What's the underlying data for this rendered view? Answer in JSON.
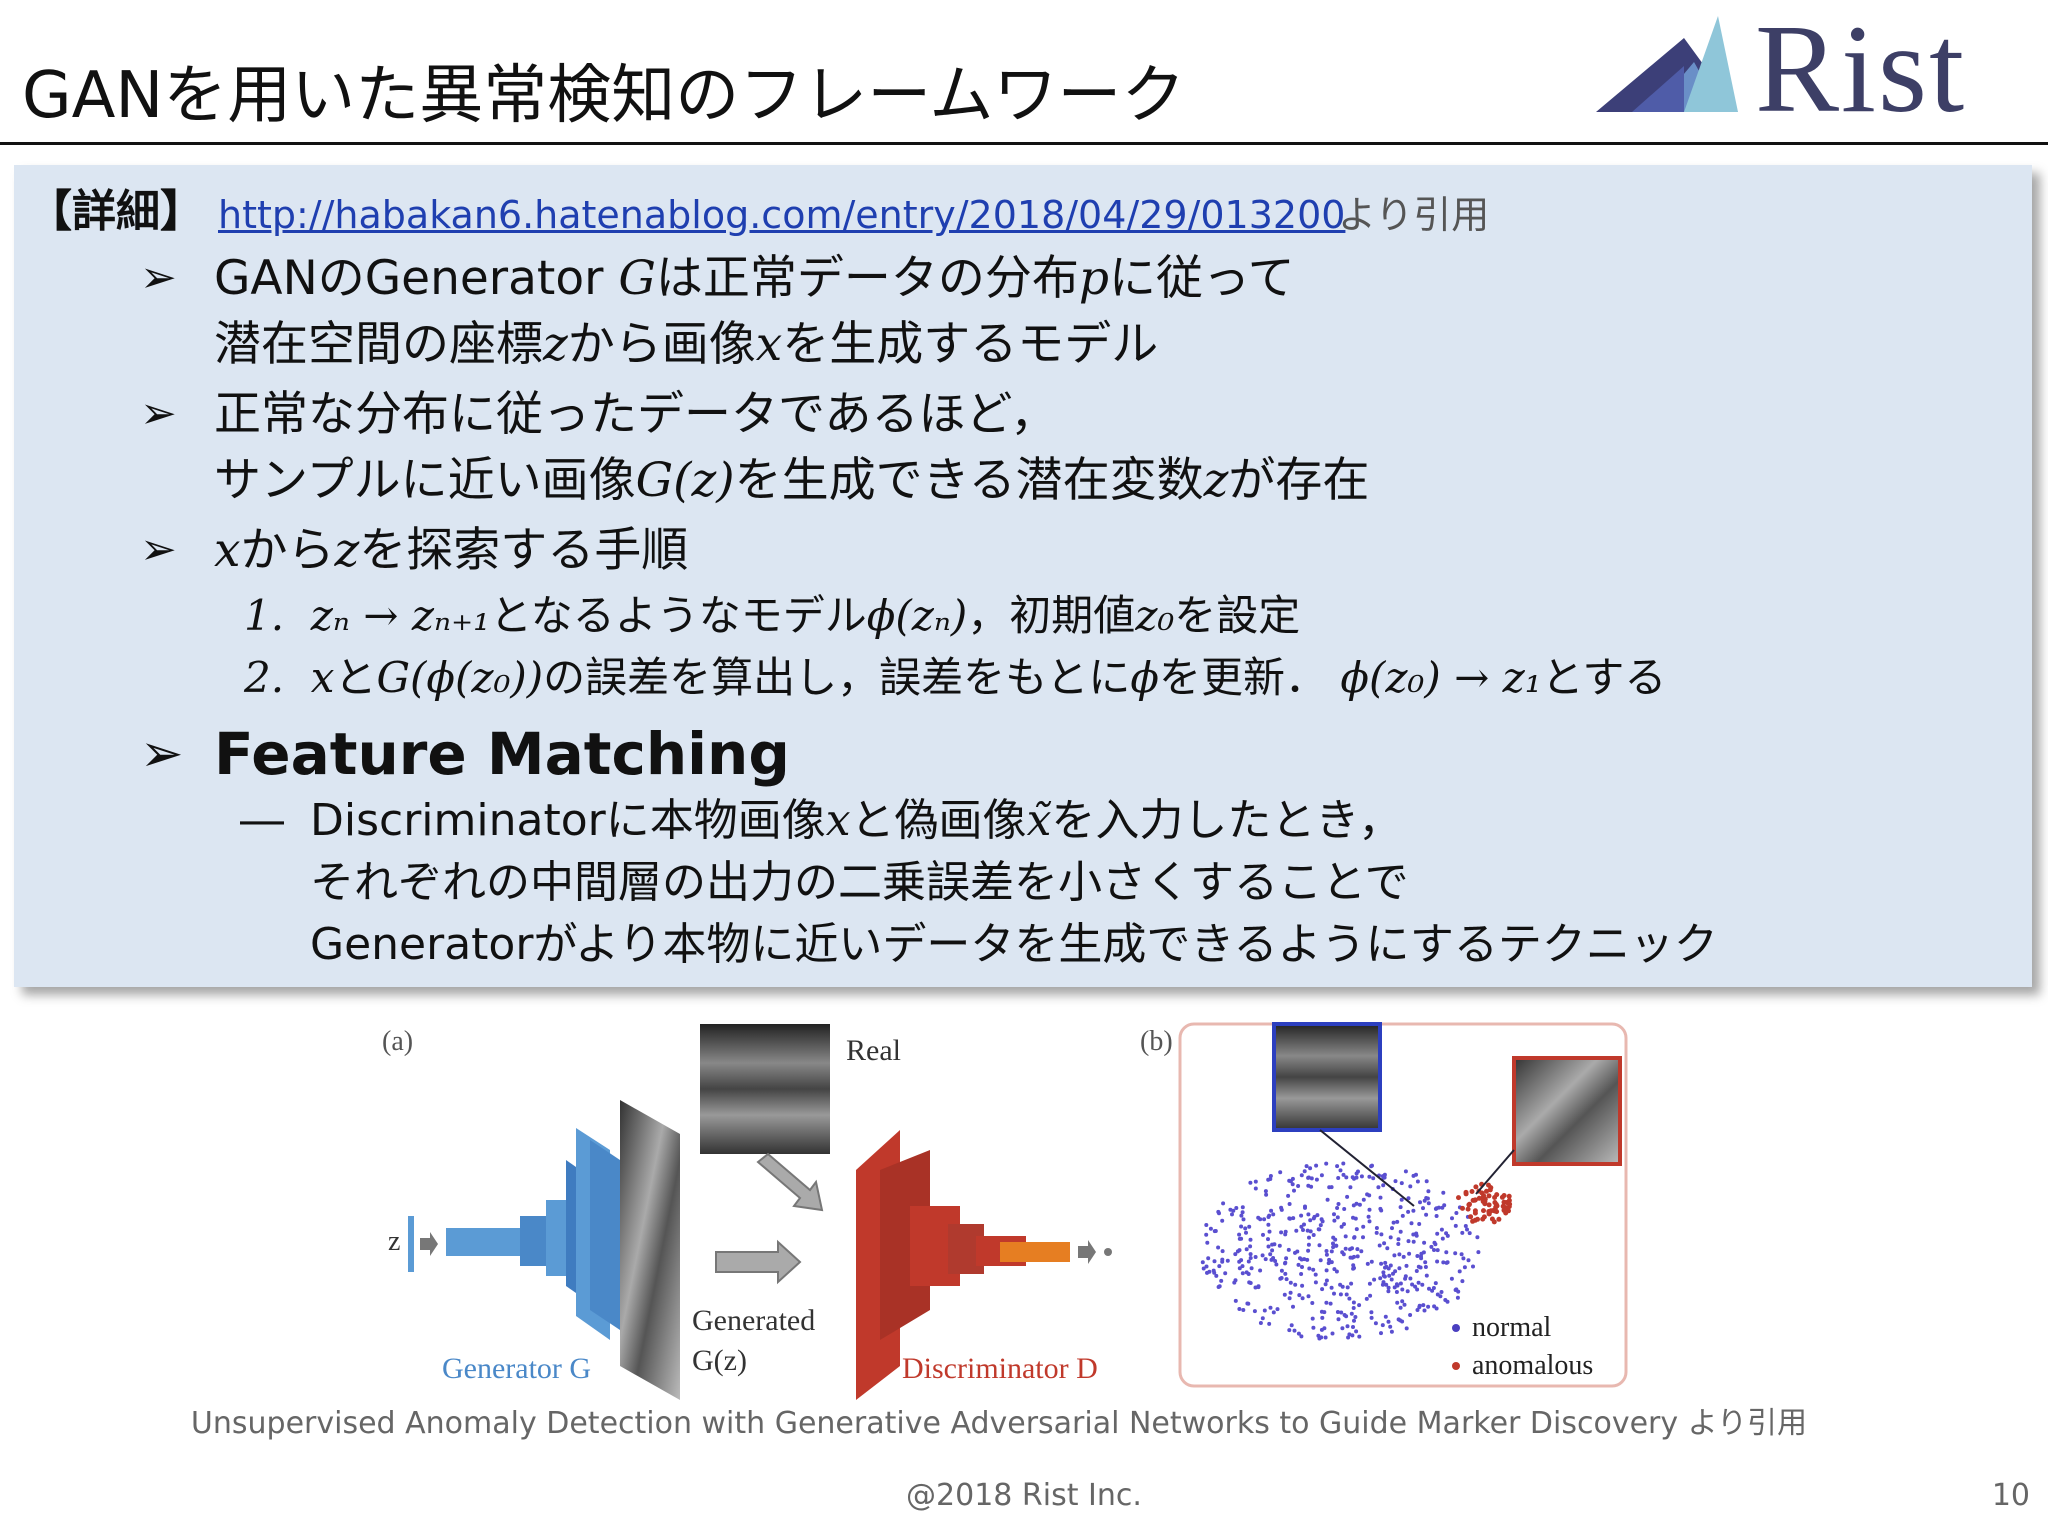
{
  "slide": {
    "title": "GANを用いた異常検知のフレームワーク",
    "logo_text": "Rist",
    "page_number": "10",
    "footer": "@2018 Rist Inc."
  },
  "detail": {
    "heading": "【詳細】",
    "link": "http://habakan6.hatenablog.com/entry/2018/04/29/013200",
    "link_suffix": "より引用"
  },
  "bullets": {
    "b1_l1_a": "GANのGenerator ",
    "b1_l1_m1": "G",
    "b1_l1_b": "は正常データの分布",
    "b1_l1_m2": "p",
    "b1_l1_c": "に従って",
    "b1_l2_a": "潜在空間の座標",
    "b1_l2_m": "z",
    "b1_l2_b": "から画像",
    "b1_l2_m2": "x",
    "b1_l2_c": "を生成するモデル",
    "b2_l1": "正常な分布に従ったデータであるほど，",
    "b2_l2_a": "サンプルに近い画像",
    "b2_l2_m": "G(z)",
    "b2_l2_b": "を生成できる潜在変数",
    "b2_l2_m2": "z",
    "b2_l2_c": "が存在",
    "b3_m1": "x",
    "b3_a": "から",
    "b3_m2": "z",
    "b3_b": "を探索する手順",
    "s1_num": "1.",
    "s1_m": "zₙ → zₙ₊₁",
    "s1_a": "となるようなモデル",
    "s1_m2": "ϕ(zₙ)",
    "s1_b": "，初期値",
    "s1_m3": "z₀",
    "s1_c": "を設定",
    "s2_num": "2.",
    "s2_m": "x",
    "s2_a": "と",
    "s2_m2": "G(ϕ(z₀))",
    "s2_b": "の誤差を算出し，誤差をもとに",
    "s2_m3": "ϕ",
    "s2_c": "を更新．",
    "s2_m4": "ϕ(z₀) → z₁",
    "s2_d": "とする",
    "fm_title": "Feature Matching",
    "fm_dash": "―",
    "fm_l1_a": "Discriminatorに本物画像",
    "fm_l1_m": "x",
    "fm_l1_b": "と偽画像",
    "fm_l1_m2": "x̃",
    "fm_l1_c": "を入力したとき，",
    "fm_l2": "それぞれの中間層の出力の二乗誤差を小さくすることで",
    "fm_l3": "Generatorがより本物に近いデータを生成できるようにするテクニック"
  },
  "figure": {
    "panel_a": "(a)",
    "panel_b": "(b)",
    "real": "Real",
    "generated": "Generated",
    "gz": "G(z)",
    "z": "z",
    "generator": "Generator G",
    "discriminator": "Discriminator D",
    "legend_normal": "normal",
    "legend_anomalous": "anomalous",
    "colors": {
      "generator": "#5b9bd5",
      "discriminator": "#c0392b",
      "normal": "#4a3fc0",
      "anomalous": "#c0392b"
    }
  },
  "caption": "Unsupervised Anomaly Detection with Generative Adversarial Networks to Guide Marker Discovery より引用"
}
